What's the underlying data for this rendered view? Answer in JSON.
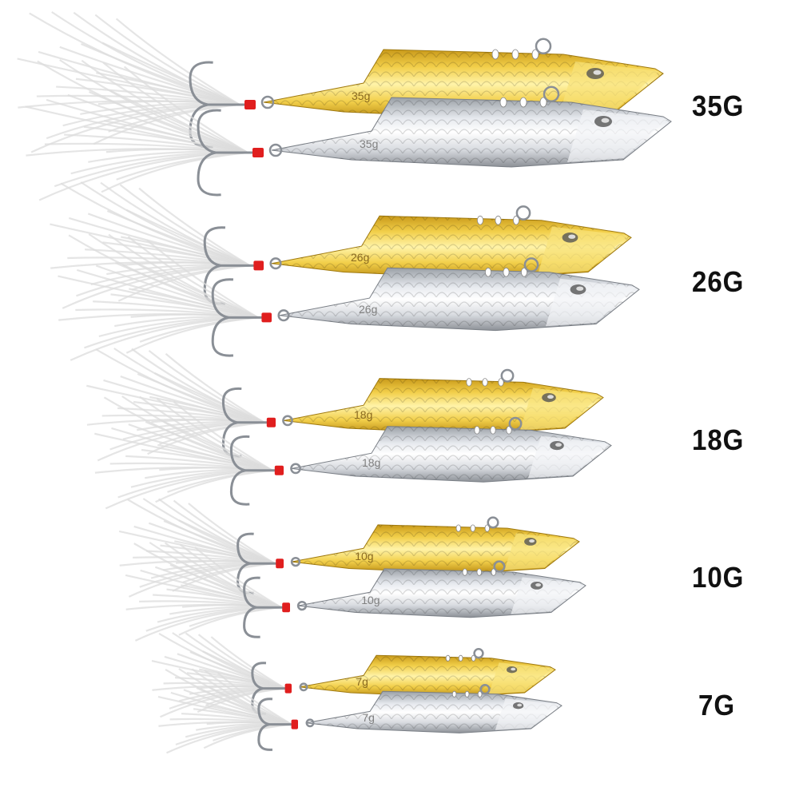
{
  "labels": [
    {
      "text": "35G"
    },
    {
      "text": "26G"
    },
    {
      "text": "18G"
    },
    {
      "text": "10G"
    },
    {
      "text": "7G"
    }
  ],
  "lure_marks": [
    "35g",
    "26g",
    "18g",
    "10g",
    "7g"
  ],
  "colors": {
    "gold_light": "#fff3a8",
    "gold_mid": "#f2cf4a",
    "gold_dark": "#c99a1a",
    "silver_light": "#ffffff",
    "silver_mid": "#d8dbe0",
    "silver_dark": "#8c9096",
    "thread": "#e01e1e",
    "feather": "#dcdcdc",
    "hook": "#8a8f96"
  }
}
